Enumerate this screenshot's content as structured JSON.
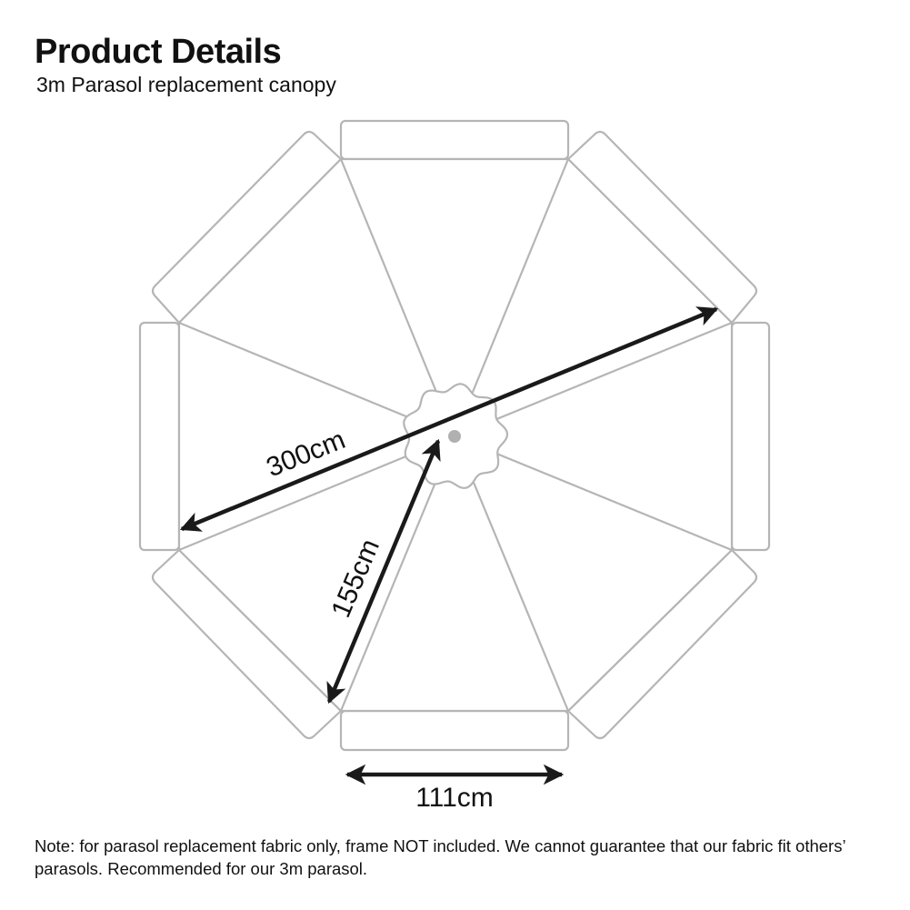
{
  "header": {
    "title": "Product Details",
    "subtitle": "3m Parasol replacement canopy"
  },
  "diagram": {
    "dimensions": {
      "diameter": "300cm",
      "rib_length": "155cm",
      "panel_width": "111cm"
    },
    "colors": {
      "outline": "#b5b5b5",
      "arrow": "#1a1a1a",
      "hub_dot": "#b0b0b0"
    }
  },
  "note": "Note: for parasol replacement fabric only, frame NOT included. We cannot guarantee that our fabric fit others’ parasols. Recommended for our 3m parasol."
}
